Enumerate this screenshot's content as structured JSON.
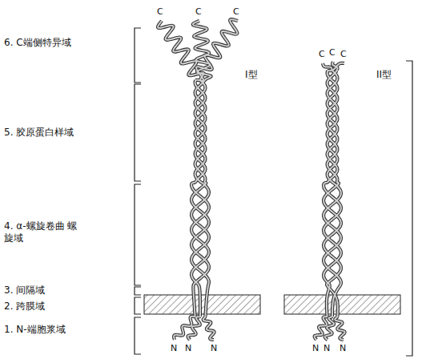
{
  "diagram": {
    "labels": [
      "C",
      "C",
      "C",
      "C",
      "C",
      "C",
      "6. C端侧特异域",
      "I型",
      "II型",
      "5. 胶原蛋白样域",
      "4. α-螺旋卷曲 螺旋域",
      "3. 间隔域",
      "2. 跨膜域",
      "1. N-端胞浆域",
      "N",
      "N",
      "N",
      "N",
      "N",
      "N"
    ]
  }
}
